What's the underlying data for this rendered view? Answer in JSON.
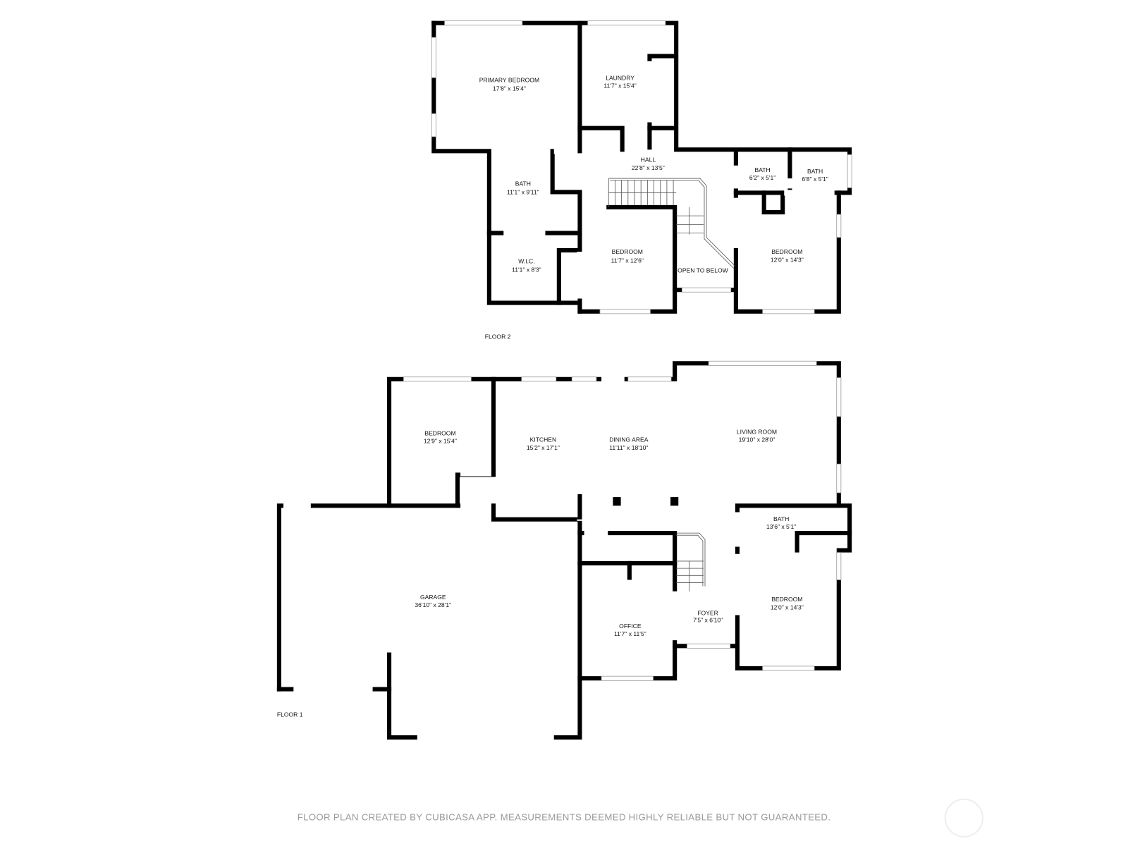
{
  "floor2": {
    "label": "FLOOR 2",
    "rooms": [
      {
        "name": "PRIMARY BEDROOM",
        "size": "17'8\" x 15'4\""
      },
      {
        "name": "LAUNDRY",
        "size": "11'7\" x 15'4\""
      },
      {
        "name": "HALL",
        "size": "22'8\" x 13'5\""
      },
      {
        "name": "BATH",
        "size": "11'1\" x 9'11\""
      },
      {
        "name": "BATH",
        "size": "6'2\" x 5'1\""
      },
      {
        "name": "BATH",
        "size": "6'8\" x 5'1\""
      },
      {
        "name": "W.I.C.",
        "size": "11'1\" x 8'3\""
      },
      {
        "name": "BEDROOM",
        "size": "11'7\" x 12'6\""
      },
      {
        "name": "OPEN TO BELOW",
        "size": ""
      },
      {
        "name": "BEDROOM",
        "size": "12'0\" x 14'3\""
      }
    ]
  },
  "floor1": {
    "label": "FLOOR 1",
    "rooms": [
      {
        "name": "BEDROOM",
        "size": "12'9\" x 15'4\""
      },
      {
        "name": "KITCHEN",
        "size": "15'2\" x 17'1\""
      },
      {
        "name": "DINING AREA",
        "size": "11'11\" x 18'10\""
      },
      {
        "name": "LIVING ROOM",
        "size": "19'10\" x 28'0\""
      },
      {
        "name": "BATH",
        "size": "13'6\" x 5'1\""
      },
      {
        "name": "GARAGE",
        "size": "36'10\" x 28'1\""
      },
      {
        "name": "OFFICE",
        "size": "11'7\" x 11'5\""
      },
      {
        "name": "FOYER",
        "size": "7'5\" x 6'10\""
      },
      {
        "name": "BEDROOM",
        "size": "12'0\" x 14'3\""
      }
    ]
  },
  "footer": {
    "disclaimer": "FLOOR PLAN CREATED BY CUBICASA APP. MEASUREMENTS DEEMED HIGHLY RELIABLE BUT NOT GUARANTEED."
  },
  "colors": {
    "wall": "#000000",
    "window": "#9a9a9a",
    "footer_text": "#9a9a9a"
  }
}
